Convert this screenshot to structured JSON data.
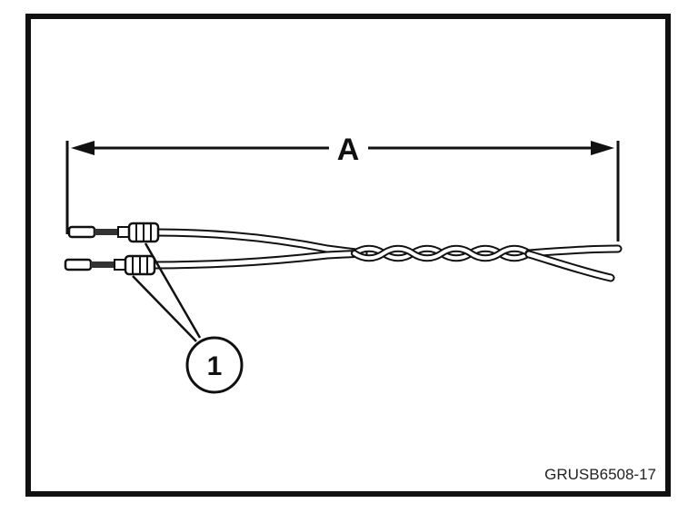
{
  "diagram": {
    "dimension_label": "A",
    "callout_number": "1",
    "figure_id": "GRUSB6508-17"
  },
  "colors": {
    "line": "#111111",
    "wire_fill": "#ffffff"
  }
}
